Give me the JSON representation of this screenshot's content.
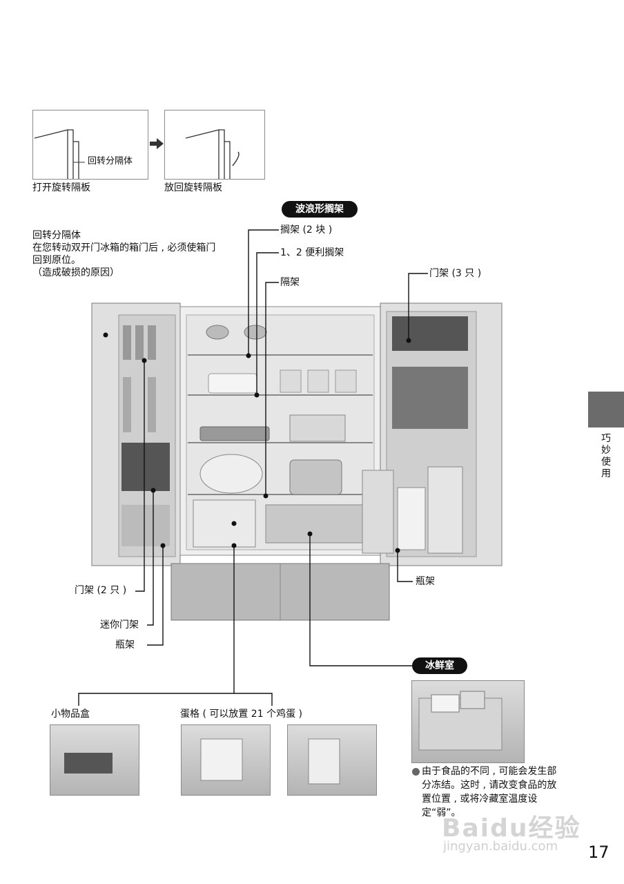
{
  "diagram_top": {
    "label_open": "打开旋转隔板",
    "label_return": "放回旋转隔板",
    "partition_label": "回转分隔体"
  },
  "pill_wave_shelf": "波浪形搁架",
  "pill_chill_room": "冰鲜室",
  "notice": {
    "title": "回转分隔体",
    "line1": "在您转动双开门冰箱的箱门后 , 必须使箱门",
    "line2": "回到原位。",
    "line3": "（造成破损的原因）"
  },
  "callouts": {
    "shelf_2": "搁架 (2 块 )",
    "handy_shelf": "1、2 便利搁架",
    "divider_shelf": "隔架",
    "door_rack_3": "门架 (3 只 )",
    "door_rack_2": "门架 (2 只 )",
    "mini_door_rack": "迷你门架",
    "bottle_rack_left": "瓶架",
    "bottle_rack_right": "瓶架",
    "small_items_box": "小物品盒",
    "egg_tray": "蛋格 ( 可以放置 21 个鸡蛋 )"
  },
  "chill_note": "由于食品的不同 , 可能会发生部分冻结。这时 , 请改变食品的放置位置 , 或将冷藏室温度设定“弱”。",
  "side_tab": [
    "巧",
    "妙",
    "使",
    "用"
  ],
  "page_number": "17",
  "watermark": {
    "logo": "Baidu经验",
    "url": "jingyan.baidu.com"
  }
}
